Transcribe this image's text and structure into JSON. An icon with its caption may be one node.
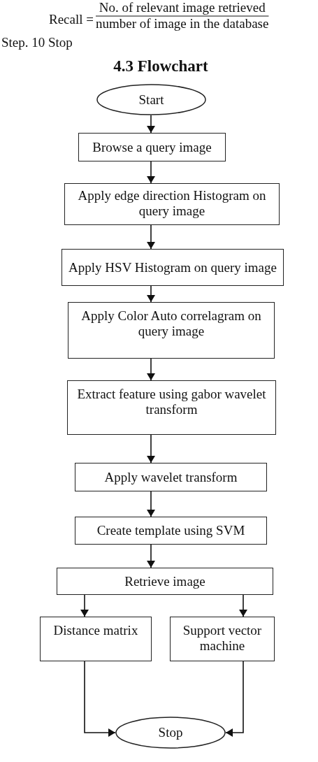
{
  "diagram": {
    "title": "4.3 Flowchart",
    "nodes": [
      {
        "text": [
          "Start"
        ]
      },
      {
        "text": [
          "Browse a query image"
        ]
      },
      {
        "text": [
          "Apply edge direction Histogram on query image"
        ]
      },
      {
        "text": [
          "Apply HSV Histogram on query image"
        ]
      },
      {
        "text": [
          "Apply Color Auto correlagram on query image"
        ]
      },
      {
        "text": [
          "Extract feature using gabor wavelet transform"
        ]
      },
      {
        "text": [
          "Apply wavelet transform"
        ]
      },
      {
        "text": [
          "Create template using SVM"
        ]
      },
      {
        "text": [
          "Retrieve image"
        ]
      },
      {
        "text": [
          "Distance matrix"
        ]
      },
      {
        "text": [
          "Support vector machine"
        ]
      },
      {
        "text": [
          "Stop"
        ]
      }
    ],
    "edges": [
      {
        "from": 0,
        "to": 1,
        "arrow": "to"
      },
      {
        "from": 1,
        "to": 2,
        "arrow": "to"
      },
      {
        "from": 2,
        "to": 3,
        "arrow": "to"
      },
      {
        "from": 3,
        "to": 4,
        "arrow": "to"
      },
      {
        "from": 4,
        "to": 5,
        "arrow": "to"
      },
      {
        "from": 5,
        "to": 6,
        "arrow": "to"
      },
      {
        "from": 6,
        "to": 7,
        "arrow": "to"
      },
      {
        "from": 7,
        "to": 8,
        "arrow": "to"
      },
      {
        "from": 8,
        "to": 9,
        "arrow": "to"
      },
      {
        "from": 8,
        "to": 10,
        "arrow": "to"
      },
      {
        "from": 9,
        "to": 11,
        "arrow": "to"
      },
      {
        "from": 10,
        "to": 11,
        "arrow": "to"
      }
    ],
    "labels": [
      "Recall =",
      "No. of relevant image retrieved",
      "number of image in the database",
      "Step. 10 Stop"
    ]
  }
}
